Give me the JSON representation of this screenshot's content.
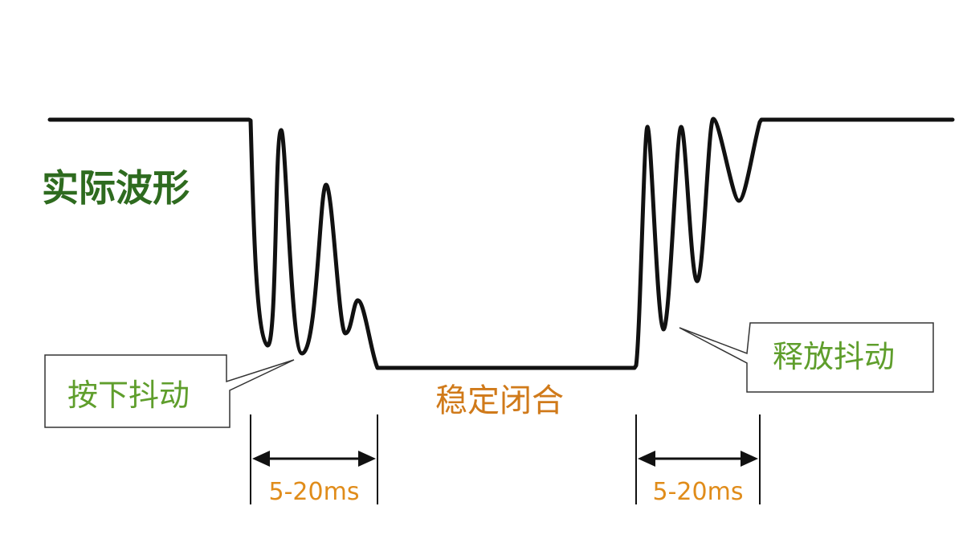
{
  "labels": {
    "actual_waveform": "实际波形",
    "press_bounce": "按下抖动",
    "release_bounce": "释放抖动",
    "stable_closed": "稳定闭合",
    "press_duration": "5-20ms",
    "release_duration": "5-20ms"
  },
  "colors": {
    "waveform": "#111111",
    "title_text": "#2e6b1f",
    "callout_text": "#5f9e2c",
    "state_text": "#d07a1a",
    "duration_text": "#e08c1a",
    "callout_border": "#333333"
  }
}
